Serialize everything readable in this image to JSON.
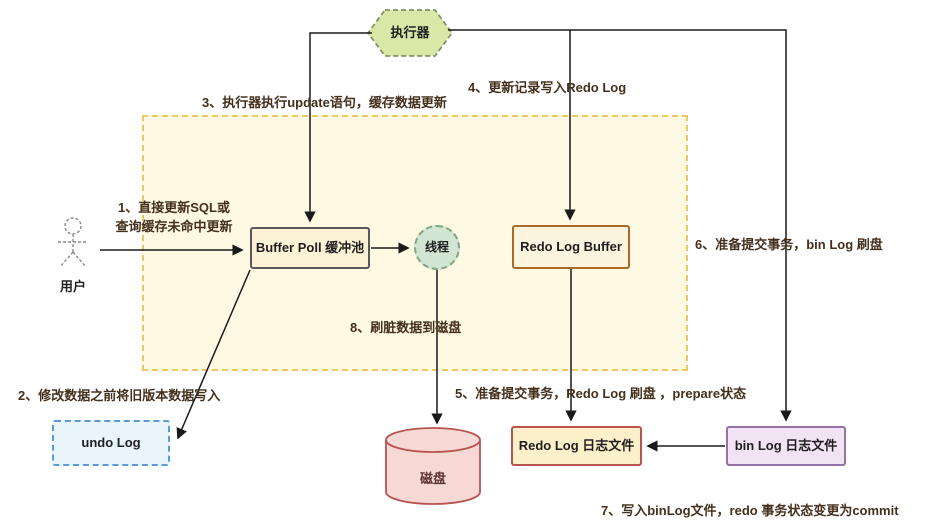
{
  "diagram": {
    "nodes": {
      "executor": {
        "label": "执行器"
      },
      "user": {
        "label": "用户"
      },
      "buffer_pool": {
        "label": "Buffer Poll 缓冲池"
      },
      "thread": {
        "label": "线程"
      },
      "redo_log_buffer": {
        "label": "Redo Log Buffer"
      },
      "undo_log": {
        "label": "undo Log"
      },
      "disk": {
        "label": "磁盘"
      },
      "redo_log_file": {
        "label": "Redo Log 日志文件"
      },
      "bin_log_file": {
        "label": "bin Log 日志文件"
      }
    },
    "annotations": {
      "step1_line1": "1、直接更新SQL或",
      "step1_line2": "查询缓存未命中更新",
      "step2": "2、修改数据之前将旧版本数据写入",
      "step3": "3、执行器执行update语句，缓存数据更新",
      "step4": "4、更新记录写入Redo Log",
      "step5": "5、准备提交事务，Redo Log 刷盘 ，prepare状态",
      "step6": "6、准备提交事务，bin Log 刷盘",
      "step7": "7、写入binLog文件，redo 事务状态变更为commit",
      "step8": "8、刷脏数据到磁盘"
    },
    "colors": {
      "executor_fill": "#d9e8a6",
      "executor_border": "#82926a",
      "area_fill": "#fdf9e3",
      "area_border": "#ecc95f",
      "buffer_pool_fill": "#fcf2d5",
      "buffer_pool_border": "#595959",
      "thread_fill": "#d2e4d2",
      "thread_border": "#7fa77f",
      "redo_log_buffer_fill": "#fcf4df",
      "redo_log_buffer_border": "#aa6a28",
      "undo_log_fill": "#e9f4fb",
      "undo_log_border": "#5b9bd5",
      "disk_fill": "#f6d8d5",
      "disk_border": "#b85450",
      "redo_log_file_fill": "#fcf0ca",
      "redo_log_file_border": "#b85450",
      "bin_log_file_fill": "#f1e2f4",
      "bin_log_file_border": "#9673a6",
      "arrow": "#1a1a1a",
      "annotation_text": "#44301c"
    }
  }
}
